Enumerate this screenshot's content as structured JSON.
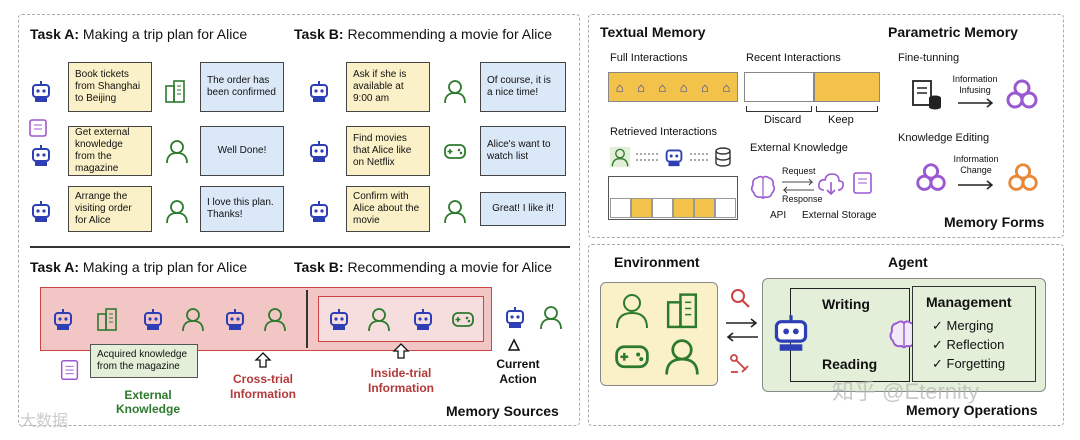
{
  "left_top": {
    "task_a_label": "Task A:",
    "task_a_text": "Making a trip plan for Alice",
    "task_b_label": "Task B:",
    "task_b_text": "Recommending a movie for Alice",
    "a_bubbles": [
      "Book tickets from Shanghai to Beijing",
      "Get external knowledge from the magazine",
      "Arrange the visiting order for Alice"
    ],
    "a_replies": [
      "The order has been confirmed",
      "Well Done!",
      "I love this plan. Thanks!"
    ],
    "b_bubbles": [
      "Ask if she is available at 9:00 am",
      "Find movies that Alice like on Netflix",
      "Confirm with Alice about the movie"
    ],
    "b_replies": [
      "Of course, it is a nice time!",
      "Alice's want to watch list",
      "Great! I like it!"
    ]
  },
  "left_bottom": {
    "task_a_label": "Task A:",
    "task_a_text": "Making a trip plan for Alice",
    "task_b_label": "Task B:",
    "task_b_text": "Recommending a movie for Alice",
    "acquired": "Acquired knowledge from the magazine",
    "external": "External Knowledge",
    "cross": "Cross-trial Information",
    "inside": "Inside-trial Information",
    "current": "Current Action",
    "footer": "Memory Sources"
  },
  "memory_forms": {
    "textual": "Textual Memory",
    "parametric": "Parametric Memory",
    "full": "Full Interactions",
    "recent": "Recent Interactions",
    "discard": "Discard",
    "keep": "Keep",
    "retrieved": "Retrieved Interactions",
    "external": "External Knowledge",
    "request": "Request",
    "response": "Response",
    "api": "API",
    "ext_storage": "External Storage",
    "finetune": "Fine-tunning",
    "info_infusing": "Information Infusing",
    "edit": "Knowledge Editing",
    "info_change": "Information Change",
    "footer": "Memory Forms"
  },
  "memory_ops": {
    "environment": "Environment",
    "agent": "Agent",
    "writing": "Writing",
    "reading": "Reading",
    "management": "Management",
    "ops": [
      "Merging",
      "Reflection",
      "Forgetting"
    ],
    "footer": "Memory Operations"
  },
  "watermarks": {
    "zhihu": "知乎 @Eternity",
    "bigdata": "大数据"
  },
  "colors": {
    "yellow": "#fbf1c8",
    "blue": "#dbe8f8",
    "red": "#f3c6c6",
    "green": "#e3efd9",
    "robot": "#2e3fb5",
    "purple": "#9b59d0",
    "orange": "#e8893a"
  }
}
